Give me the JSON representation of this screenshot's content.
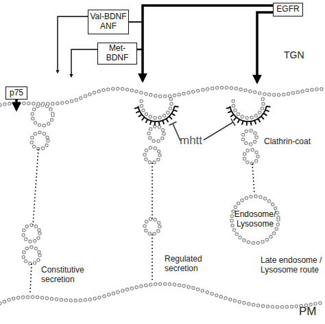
{
  "diagram": {
    "nodes": [
      {
        "text": [
          "EGFR"
        ]
      },
      {
        "text": [
          "Val-BDNF ANF"
        ]
      },
      {
        "text": [
          "Met-BDNF"
        ]
      },
      {
        "text": [
          "p75"
        ]
      },
      {
        "text": [
          "Endosome/ Lysosome"
        ]
      }
    ],
    "labels": [
      "TGN",
      "mhtt",
      "Clathrin-coat",
      "Constitutive secretion",
      "Regulated secretion",
      "Late endosome / Lysosome route",
      "PM"
    ]
  }
}
